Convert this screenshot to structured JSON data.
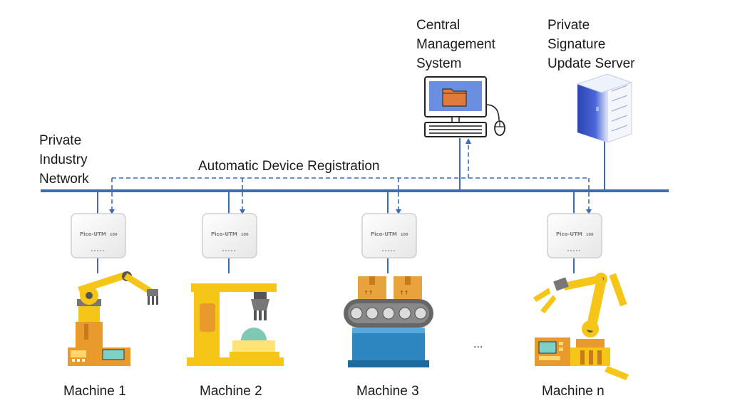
{
  "labels": {
    "cms": "Central\nManagement\nSystem",
    "sig_server": "Private\nSignature\nUpdate Server",
    "network": "Private\nIndustry\nNetwork",
    "registration": "Automatic Device Registration",
    "ellipsis": "..."
  },
  "devices": [
    {
      "label": "Pico-UTM",
      "model": "100"
    },
    {
      "label": "Pico-UTM",
      "model": "100"
    },
    {
      "label": "Pico-UTM",
      "model": "100"
    },
    {
      "label": "Pico-UTM",
      "model": "100"
    }
  ],
  "machines": [
    "Machine 1",
    "Machine 2",
    "Machine 3",
    "Machine n"
  ],
  "colors": {
    "bus": "#3d6cb5",
    "dashed": "#3d6cb5",
    "robot_yellow": "#f5c518",
    "robot_orange": "#e89a2c",
    "conveyor_blue": "#2e86c1",
    "box_orange": "#e8a33d",
    "screen_blue": "#6a8fe0",
    "server_blue": "#3a55c8"
  },
  "icons": [
    "computer-icon",
    "server-icon",
    "utm-device-icon",
    "robot-arm-icon",
    "press-machine-icon",
    "conveyor-icon"
  ]
}
